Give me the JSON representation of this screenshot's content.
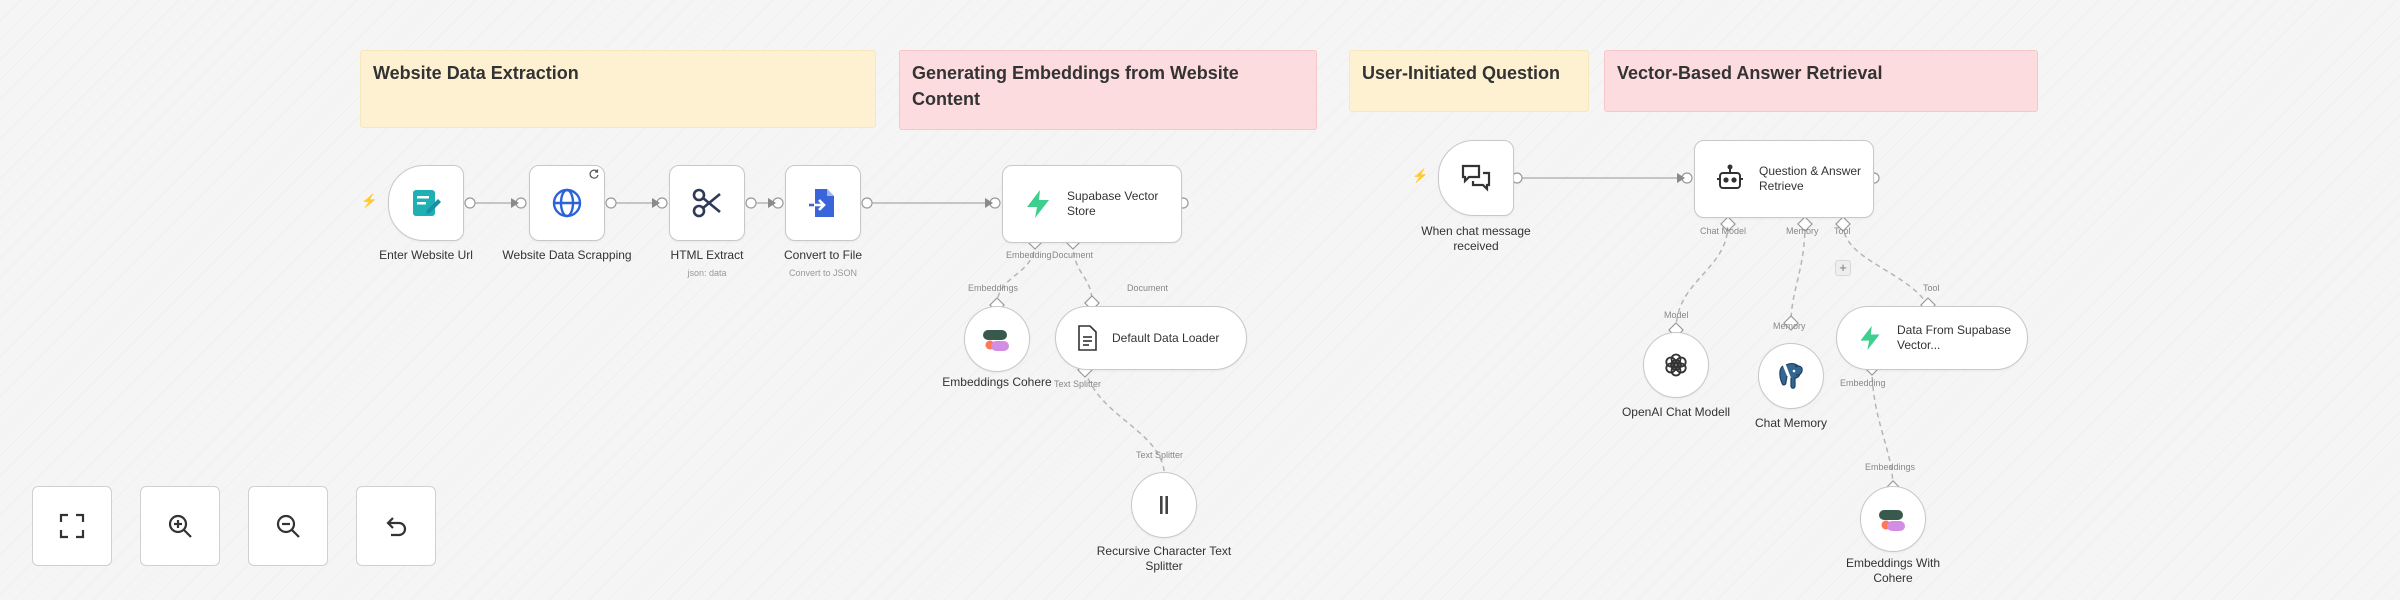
{
  "sticky_notes": [
    {
      "title": "Website Data Extraction"
    },
    {
      "title": "Generating Embeddings from Website Content"
    },
    {
      "title": "User-Initiated Question"
    },
    {
      "title": "Vector-Based Answer Retrieval"
    }
  ],
  "nodes": {
    "enter_url": {
      "label": "Enter Website Url",
      "icon": "form-icon"
    },
    "scrapping": {
      "label": "Website Data Scrapping",
      "icon": "globe-icon"
    },
    "html_extract": {
      "label": "HTML Extract",
      "sublabel": "json: data",
      "icon": "scissors-icon"
    },
    "convert": {
      "label": "Convert to File",
      "sublabel": "Convert to JSON",
      "icon": "file-export-icon"
    },
    "supabase_store": {
      "label": "Supabase Vector Store",
      "icon": "supabase-icon"
    },
    "emb_cohere": {
      "label": "Embeddings Cohere",
      "icon": "cohere-icon"
    },
    "data_loader": {
      "label": "Default Data Loader",
      "icon": "document-icon"
    },
    "text_splitter": {
      "label": "Recursive Character Text Splitter",
      "icon": "splitter-icon"
    },
    "chat_trigger": {
      "label": "When chat message received",
      "icon": "chat-icon"
    },
    "qa": {
      "label": "Question & Answer Retrieve",
      "icon": "robot-icon"
    },
    "openai": {
      "label": "OpenAI Chat Modell",
      "icon": "openai-icon"
    },
    "memory": {
      "label": "Chat Memory",
      "icon": "postgres-icon"
    },
    "supabase_tool": {
      "label": "Data From Supabase Vector...",
      "icon": "supabase-icon"
    },
    "emb_cohere2": {
      "label": "Embeddings With Cohere",
      "icon": "cohere-icon"
    }
  },
  "handle_labels": {
    "store_embedding": "Embedding",
    "store_document": "Document",
    "emb_embeddings": "Embeddings",
    "loader_document": "Document",
    "loader_text_splitter": "Text Splitter",
    "splitter_text_splitter": "Text Splitter",
    "qa_chat_model": "Chat Model",
    "qa_memory": "Memory",
    "qa_tool": "Tool",
    "openai_model": "Model",
    "memory_memory": "Memory",
    "tool_tool": "Tool",
    "tool_embedding": "Embedding",
    "emb2_embeddings": "Embeddings"
  },
  "controls": [
    {
      "name": "fit-view",
      "icon": "fit-view-icon"
    },
    {
      "name": "zoom-in",
      "icon": "zoom-in-icon"
    },
    {
      "name": "zoom-out",
      "icon": "zoom-out-icon"
    },
    {
      "name": "reset",
      "icon": "undo-icon"
    }
  ],
  "colors": {
    "trigger_bolt": "#ff6d5a",
    "note_yellow": "#fdf1d2",
    "note_pink": "#fcdcdf",
    "supabase": "#3ecf8e",
    "connection": "#b5b5b5"
  }
}
